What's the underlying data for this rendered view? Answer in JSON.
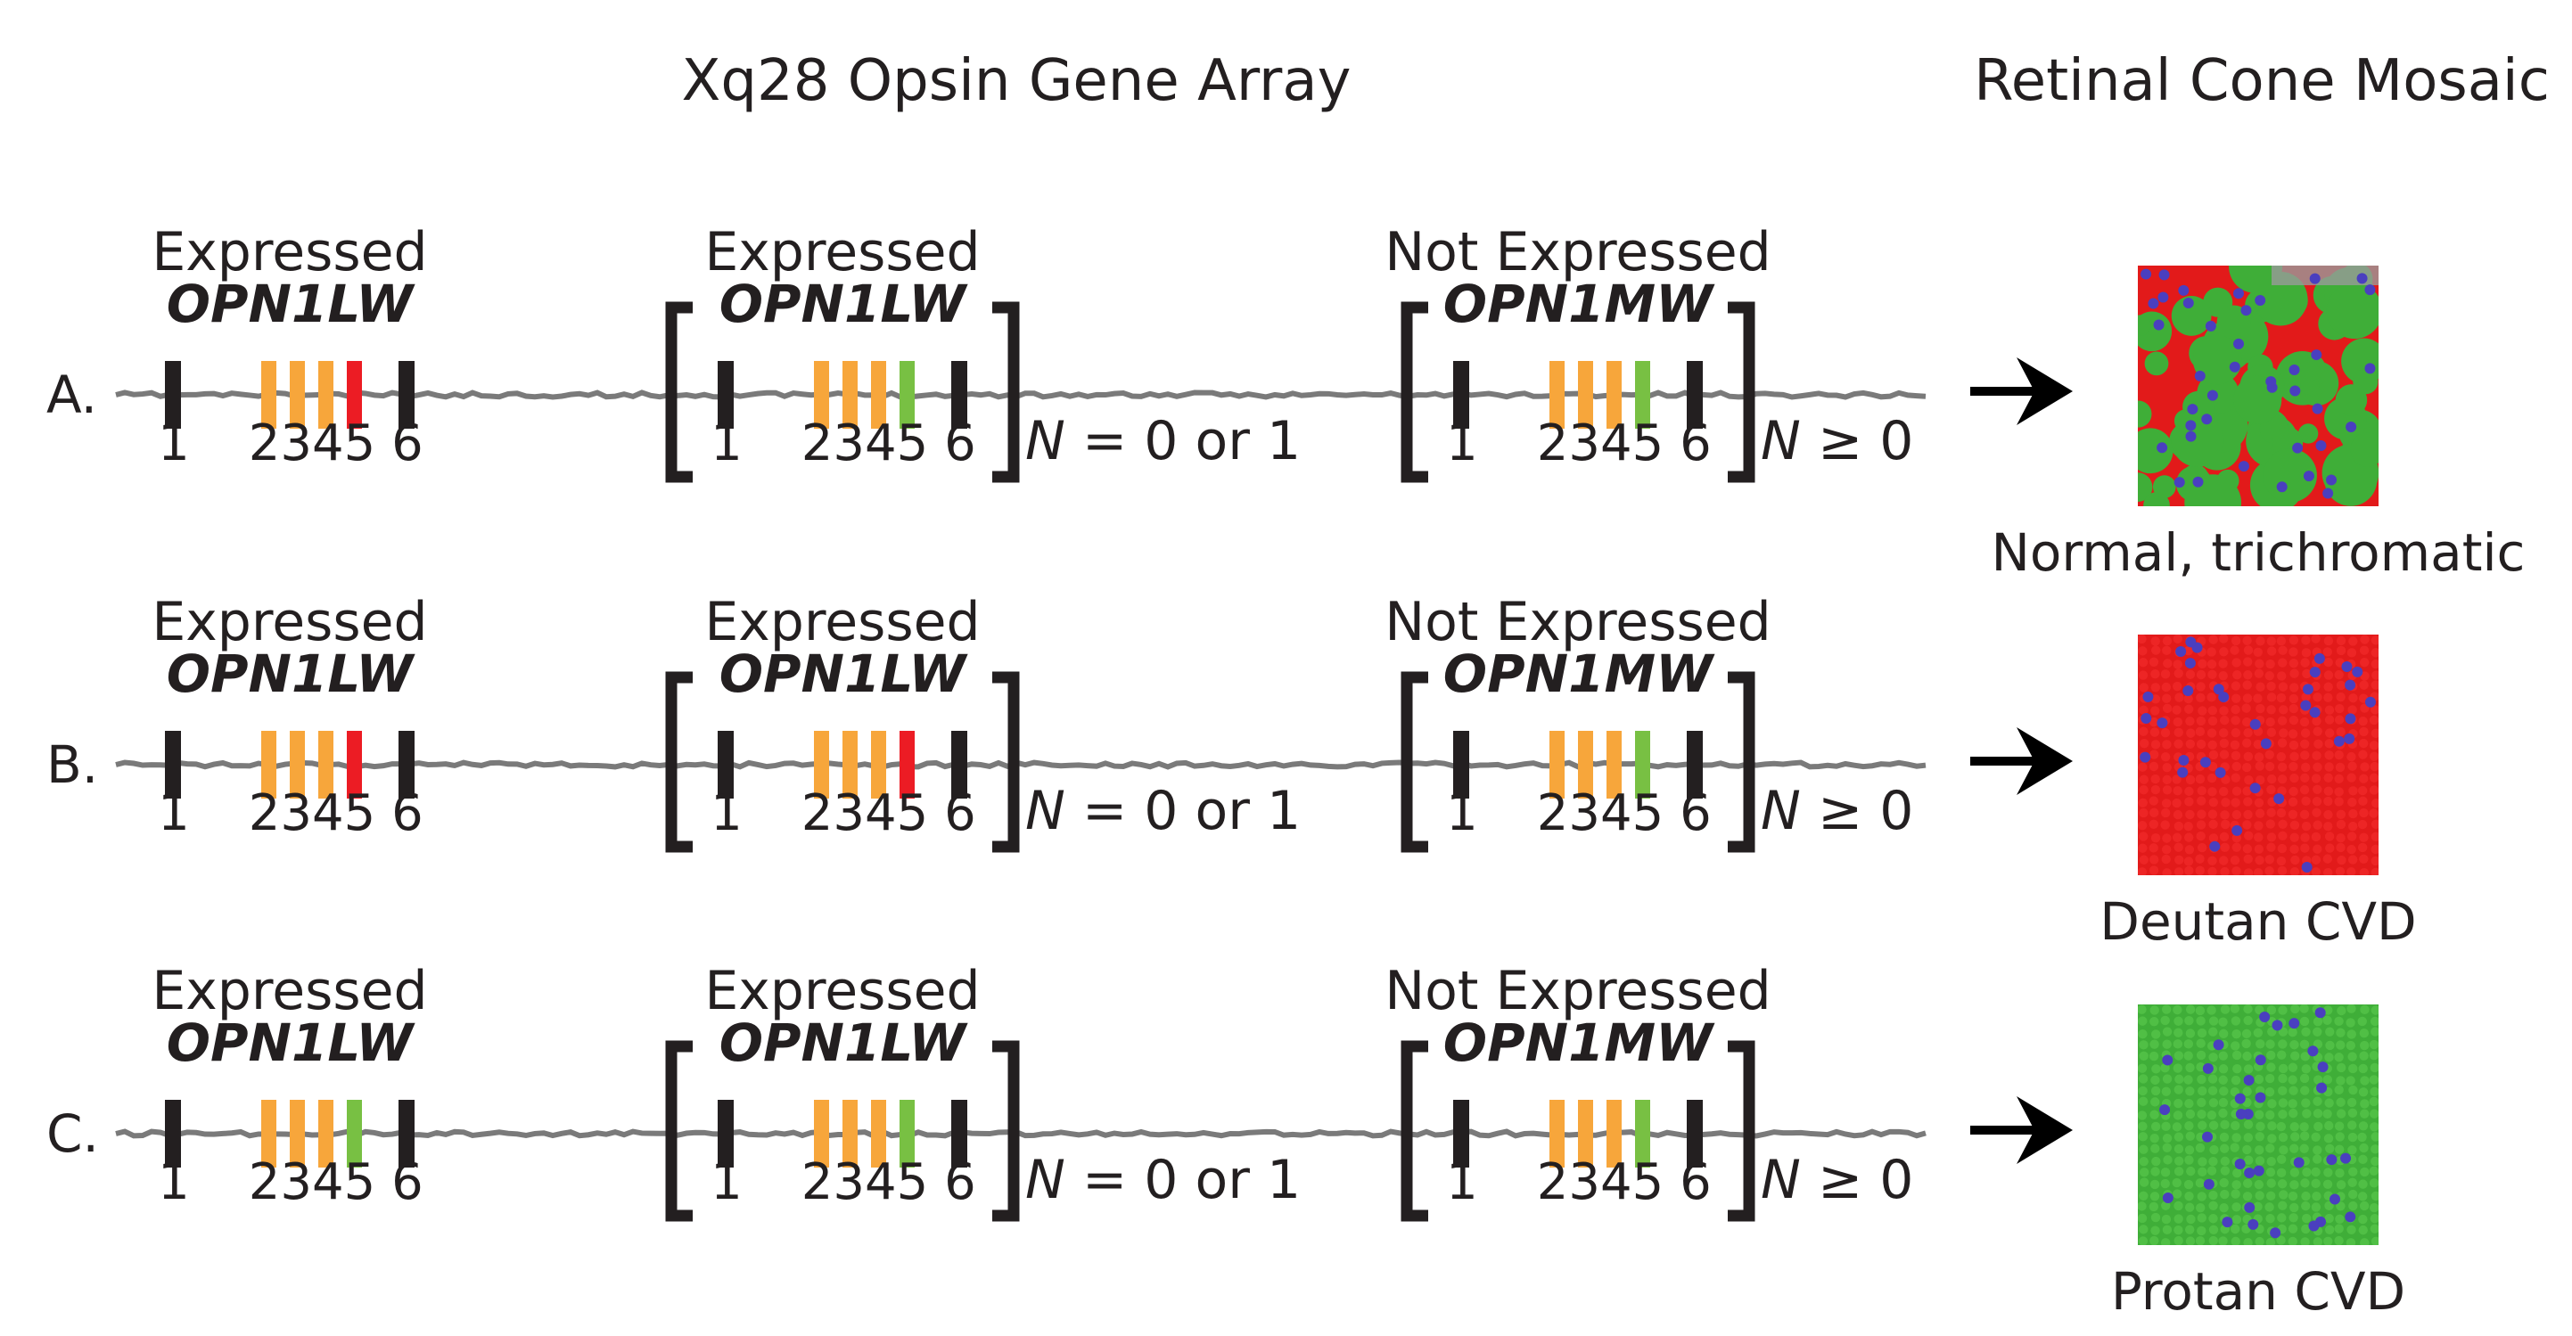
{
  "headers": {
    "gene_array": "Xq28 Opsin Gene Array",
    "cone_mosaic": "Retinal Cone Mosaic"
  },
  "colors": {
    "exon_black": "#231f20",
    "exon_orange": "#f7a63b",
    "exon_red": "#ec1c24",
    "exon_green": "#78c043",
    "chromosome_line": "#7a7a7a",
    "cone_red": "#e21a1a",
    "cone_green": "#3fae38",
    "cone_blue": "#4a3fbf"
  },
  "exon_labels": {
    "first": "1",
    "middle": "2345",
    "last": "6"
  },
  "rows": [
    {
      "label": "A.",
      "genes": [
        {
          "status": "Expressed",
          "name": "OPN1LW",
          "exon5": "red",
          "bracket": false,
          "count": ""
        },
        {
          "status": "Expressed",
          "name": "OPN1LW",
          "exon5": "green",
          "bracket": true,
          "count_var": "N",
          "count_rest": " = 0 or 1"
        },
        {
          "status": "Not Expressed",
          "name": "OPN1MW",
          "exon5": "green",
          "bracket": true,
          "count_var": "N",
          "count_rest": " ≥ 0"
        }
      ],
      "mosaic": {
        "type": "trichromatic",
        "caption": "Normal, trichromatic"
      }
    },
    {
      "label": "B.",
      "genes": [
        {
          "status": "Expressed",
          "name": "OPN1LW",
          "exon5": "red",
          "bracket": false,
          "count": ""
        },
        {
          "status": "Expressed",
          "name": "OPN1LW",
          "exon5": "red",
          "bracket": true,
          "count_var": "N",
          "count_rest": " = 0 or 1"
        },
        {
          "status": "Not Expressed",
          "name": "OPN1MW",
          "exon5": "green",
          "bracket": true,
          "count_var": "N",
          "count_rest": " ≥ 0"
        }
      ],
      "mosaic": {
        "type": "deutan",
        "caption": "Deutan CVD"
      }
    },
    {
      "label": "C.",
      "genes": [
        {
          "status": "Expressed",
          "name": "OPN1LW",
          "exon5": "green",
          "bracket": false,
          "count": ""
        },
        {
          "status": "Expressed",
          "name": "OPN1LW",
          "exon5": "green",
          "bracket": true,
          "count_var": "N",
          "count_rest": " = 0 or 1"
        },
        {
          "status": "Not Expressed",
          "name": "OPN1MW",
          "exon5": "green",
          "bracket": true,
          "count_var": "N",
          "count_rest": " ≥ 0"
        }
      ],
      "mosaic": {
        "type": "protan",
        "caption": "Protan CVD"
      }
    }
  ]
}
